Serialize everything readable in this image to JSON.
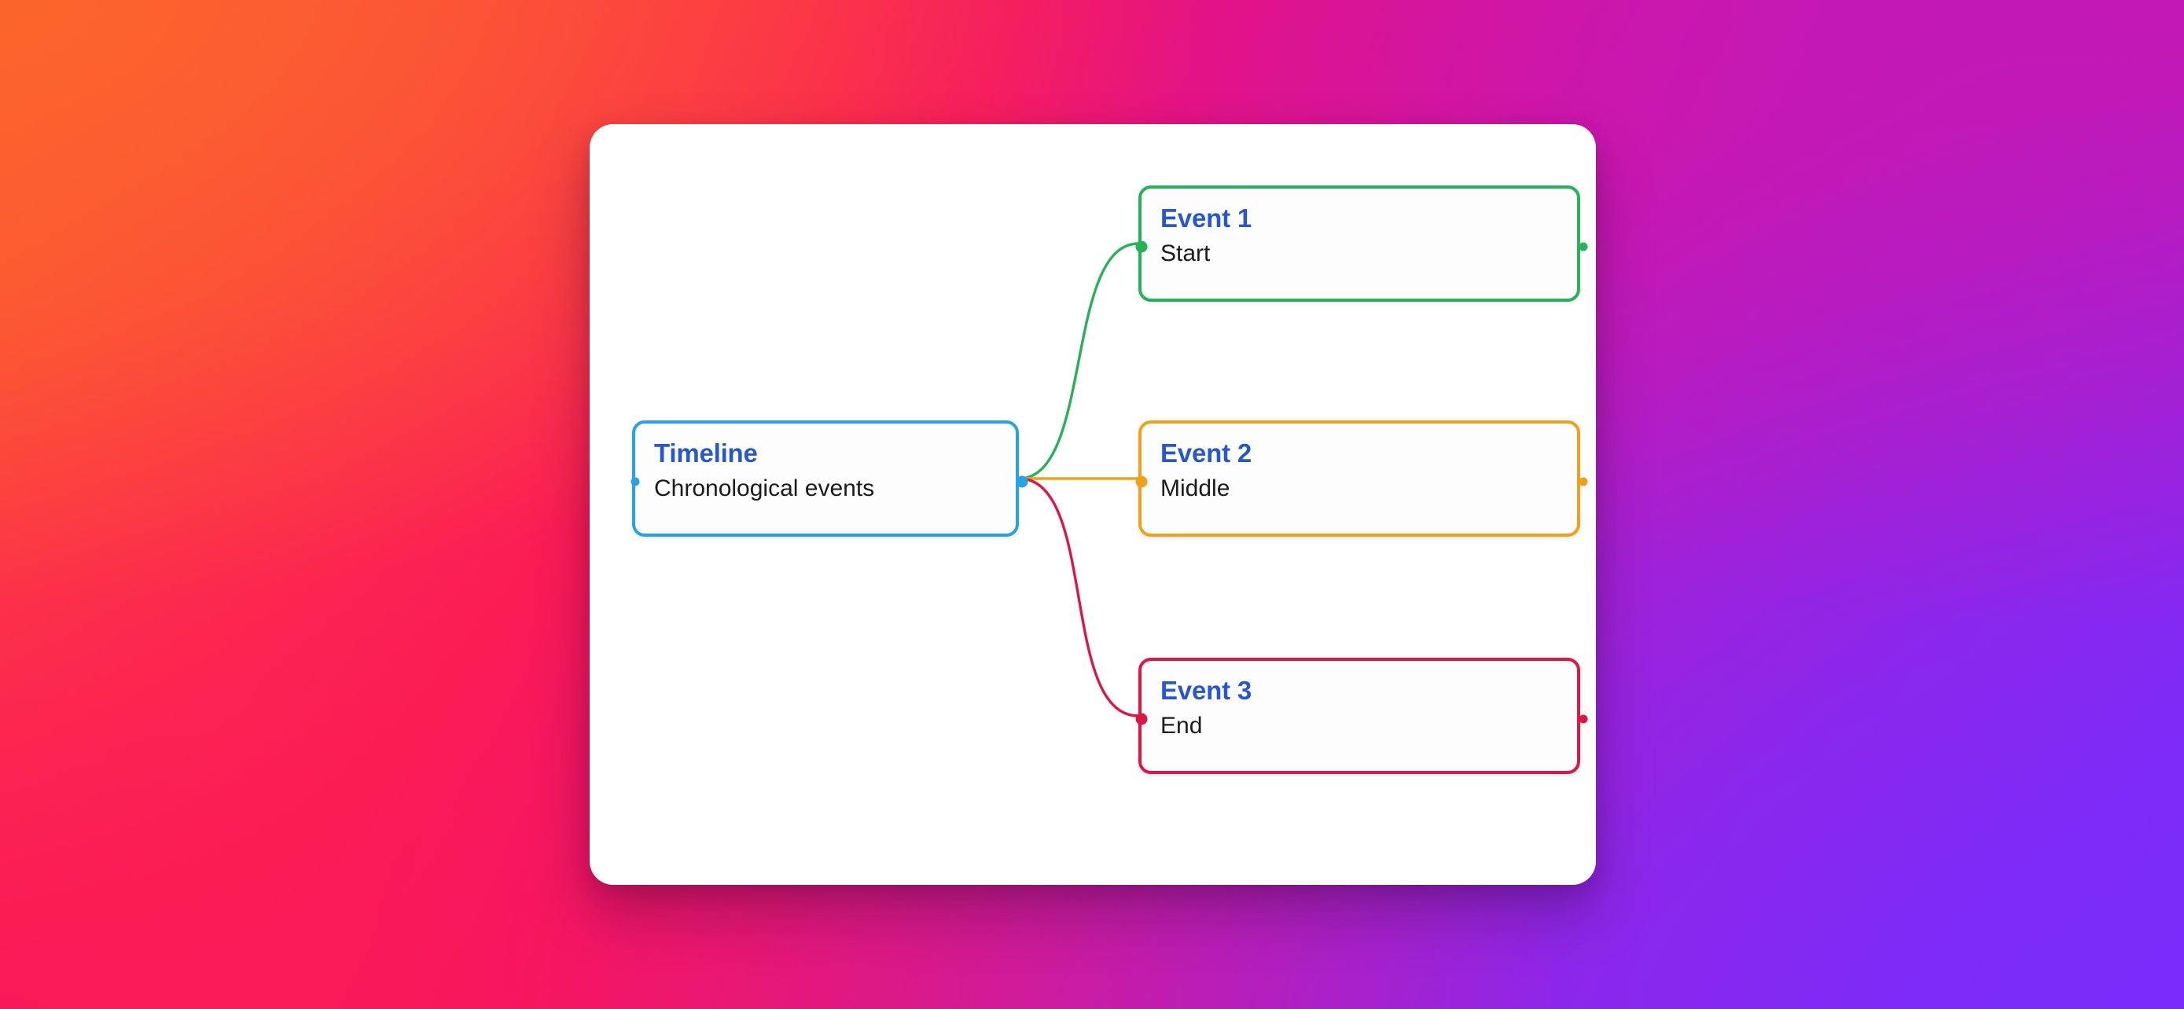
{
  "background": {
    "gradient_stops": [
      "#FC5B2E",
      "#FB0F5E",
      "#D215A8",
      "#7B2BFB"
    ]
  },
  "card": {
    "background": "#FFFFFF",
    "corner_radius": 30
  },
  "diagram": {
    "type": "mindmap-flow",
    "title_color": "#2757CF",
    "subtitle_color": "#1B1B1B",
    "root": {
      "id": "root",
      "title": "Timeline",
      "subtitle": "Chronological events",
      "border_color": "#27A3E5",
      "handle_left": true,
      "handle_right": true
    },
    "nodes": [
      {
        "id": "event-1",
        "title": "Event 1",
        "subtitle": "Start",
        "border_color": "#27B258",
        "handle_left": true,
        "handle_right": true
      },
      {
        "id": "event-2",
        "title": "Event 2",
        "subtitle": "Middle",
        "border_color": "#EFA11B",
        "handle_left": true,
        "handle_right": true
      },
      {
        "id": "event-3",
        "title": "Event 3",
        "subtitle": "End",
        "border_color": "#DB1745",
        "handle_left": true,
        "handle_right": true
      }
    ],
    "edges": [
      {
        "id": "edge-root-event-1",
        "from": "root",
        "to": "event-1",
        "color": "#27B258",
        "shape": "bezier"
      },
      {
        "id": "edge-root-event-2",
        "from": "root",
        "to": "event-2",
        "color": "#EFA11B",
        "shape": "straight"
      },
      {
        "id": "edge-root-event-3",
        "from": "root",
        "to": "event-3",
        "color": "#DB1745",
        "shape": "bezier"
      }
    ]
  }
}
